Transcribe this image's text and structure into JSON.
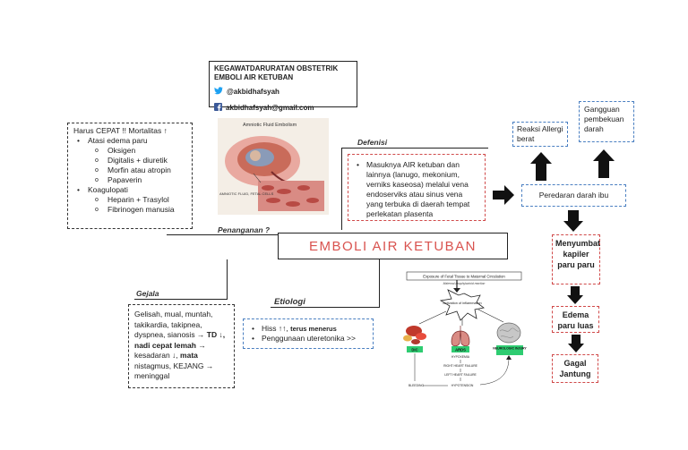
{
  "header": {
    "line1": "KEGAWATDARURATAN OBSTETRIK",
    "line2": "EMBOLI AIR KETUBAN",
    "twitter": "@akbidhafsyah",
    "email": "akbidhafsyah@gmail.com"
  },
  "center_title": "EMBOLI AIR KETUBAN",
  "penanganan": {
    "label": "Penanganan ?",
    "intro": "Harus CEPAT !! Mortalitas ↑",
    "items": [
      {
        "text": "Atasi edema paru",
        "sub": [
          "Oksigen",
          "Digitalis + diuretik",
          "Morfin atau atropin",
          "Papaverin"
        ]
      },
      {
        "text": "Koagulopati",
        "sub": [
          "Heparin + Trasylol",
          "Fibrinogen manusia"
        ]
      }
    ]
  },
  "defenisi": {
    "label": "Defenisi",
    "text": "Masuknya AIR ketuban dan lainnya (lanugo, mekonium, verniks kaseosa) melalui vena endoserviks atau sinus vena yang terbuka di daerah tempat perlekatan plasenta"
  },
  "gejala": {
    "label": "Gejala",
    "t1": "Gelisah, mual, muntah, takikardia, takipnea, dyspnea, sianosis → ",
    "b1": "TD ↓, nadi cepat lemah",
    "t2": " → kesadaran ↓, ",
    "b2": "mata",
    "t3": " nistagmus, KEJANG → meninggal"
  },
  "etiologi": {
    "label": "Etiologi",
    "item1_pre": "Hiss ↑↑, ",
    "item1_bold": "terus menerus",
    "item2": "Penggunaan uteretonika >>"
  },
  "flow": {
    "reaksi": "Reaksi Allergi berat",
    "gangguan": "Gangguan pembekuan darah",
    "peredaran": "Peredaran darah ibu",
    "menyumbat": "Menyumbat kapiler paru paru",
    "edema": "Edema paru luas",
    "gagal": "Gagal Jantung"
  },
  "illustration1": {
    "title": "Amniotic Fluid Embolism",
    "caption": "AMNIOTIC FLUID, FETAL CELLS"
  },
  "illustration2": {
    "header": "Exposure of Fetal Tissue to Maternal Circulation",
    "sub": "Maternal anaphylactoid reaction",
    "center": "Activation of inflammation",
    "dic": "DIC",
    "ards": "ARDS",
    "neuro": "NEUROLOGIC INJURY",
    "hypoxemia": "HYPOXEMIA",
    "rhf": "RIGHT HEART FAILURE",
    "lhf": "LEFT HEART FAILURE",
    "bleeding": "BLEEDING",
    "hypotension": "HYPOTENSION"
  },
  "colors": {
    "title_red": "#d9534f",
    "dash_red": "#d04a4a",
    "dash_blue": "#4a7fc1"
  }
}
